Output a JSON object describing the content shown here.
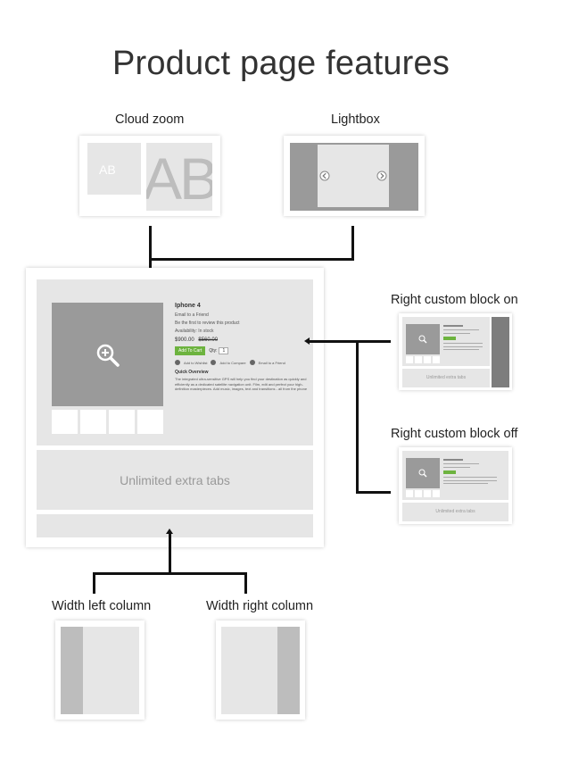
{
  "title": "Product page features",
  "features": {
    "cloud_zoom": "Cloud zoom",
    "lightbox": "Lightbox",
    "right_block_on": "Right custom block on",
    "right_block_off": "Right custom block off",
    "width_left": "Width left column",
    "width_right": "Width right column"
  },
  "cloud_zoom_card": {
    "small_text": "AB",
    "big_text": "AB"
  },
  "product": {
    "name": "Iphone 4",
    "email_friend": "Email to a Friend",
    "review": "Be the first to review this product",
    "availability": "Availability: In stock",
    "price": "$900.00",
    "old_price": "$560.00",
    "add_to_cart": "Add To Cart",
    "qty_label": "Qty:",
    "qty_value": "1",
    "add_wishlist": "Add to Wishlist",
    "add_compare": "Add to Compare",
    "email_friend_link": "Email to a Friend",
    "overview_title": "Quick Overview",
    "overview_text": "The integrated ultra-sensitive GPS will help you find your destination as quickly and efficiently as a dedicated satellite navigation unit. Film, edit and perfect your high-definition masterpieces. Add music, images, text and transitions - all from the phone",
    "tabs_label": "Unlimited extra tabs"
  },
  "mini": {
    "tabs_label": "Unlimited extra tabs"
  },
  "colors": {
    "green": "#6db33f",
    "line": "#111111"
  },
  "icons": [
    "magnifier-plus-icon",
    "arrow-left-circle-icon",
    "arrow-right-circle-icon"
  ]
}
